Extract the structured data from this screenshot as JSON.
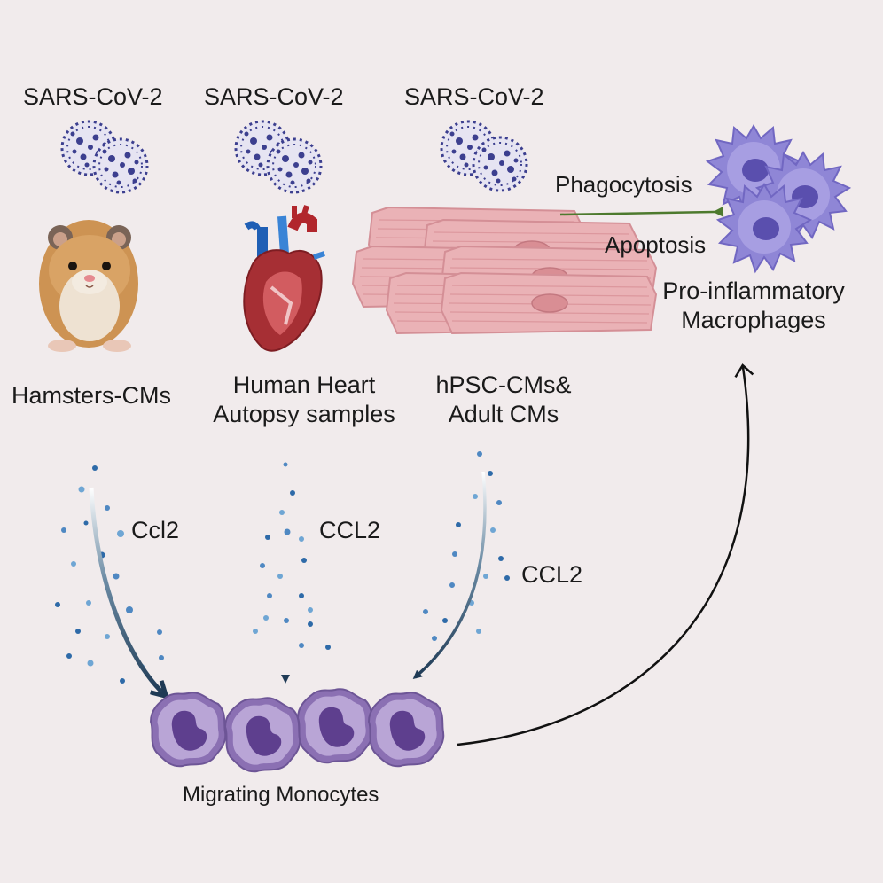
{
  "virus_labels": [
    "SARS-CoV-2",
    "SARS-CoV-2",
    "SARS-CoV-2"
  ],
  "sources": {
    "hamster": "Hamsters-CMs",
    "human_line1": "Human Heart",
    "human_line2": "Autopsy samples",
    "hpsc_line1": "hPSC-CMs&",
    "hpsc_line2": "Adult CMs"
  },
  "chemokines": [
    "Ccl2",
    "CCL2",
    "CCL2"
  ],
  "monocytes_label": "Migrating Monocytes",
  "macrophages_line1": "Pro-inflammatory",
  "macrophages_line2": "Macrophages",
  "phagocytosis": "Phagocytosis",
  "apoptosis": "Apoptosis",
  "colors": {
    "background": "#f1ebec",
    "arrow_dark": "#1f3a55",
    "arrow_green": "#4d7a2e",
    "monocyte": "#8b70b3",
    "macrophage": "#8f86d6",
    "cardiomyocyte": "#eab2b6",
    "virus": "#3c3f8f"
  }
}
